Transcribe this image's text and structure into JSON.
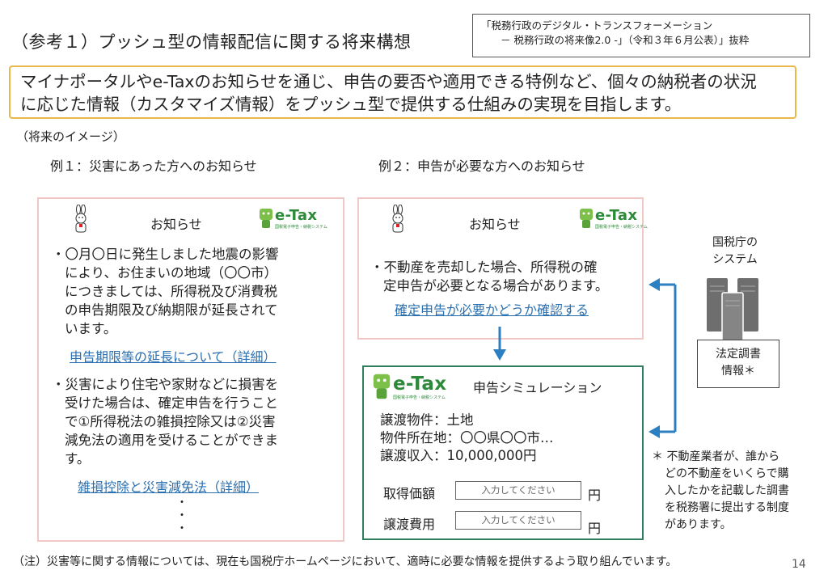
{
  "header": {
    "title": "（参考１）プッシュ型の情報配信に関する将来構想",
    "source_line1": "「税務行政のデジタル・トランスフォーメーション",
    "source_line2": "－ 税務行政の将来像2.0 -」（令和３年６月公表）」抜粋"
  },
  "summary": {
    "line1": "マイナポータルやe-Taxのお知らせを通じ、申告の要否や適用できる特例など、個々の納税者の状況",
    "line2": "に応じた情報（カスタマイズ情報）をプッシュ型で提供する仕組みの実現を目指します。"
  },
  "future_label": "（将来のイメージ）",
  "example1": {
    "heading": "例１：災害にあった方へのお知らせ",
    "notice_title": "お知らせ",
    "item1_lines": [
      "・〇月〇日に発生しました地震の影響",
      "により、お住まいの地域（〇〇市）",
      "につきましては、所得税及び消費税",
      "の申告期限及び納期限が延長されて",
      "います。"
    ],
    "link1": "申告期限等の延長について（詳細）",
    "item2_lines": [
      "・災害により住宅や家財などに損害を",
      "受けた場合は、確定申告を行うこと",
      "で①所得税法の雑損控除又は②災害",
      "減免法の適用を受けることができま",
      "す。"
    ],
    "link2": "雑損控除と災害減免法（詳細）",
    "dots": "・"
  },
  "example2": {
    "heading": "例２：申告が必要な方へのお知らせ",
    "notice_title": "お知らせ",
    "item_lines": [
      "・不動産を売却した場合、所得税の確",
      "定申告が必要となる場合があります。"
    ],
    "link": "確定申告が必要かどうか確認する",
    "sim_title": "申告シミュレーション",
    "fields": [
      "譲渡物件：土地",
      "物件所在地：〇〇県〇〇市…",
      "譲渡収入：10,000,000円"
    ],
    "inputs": [
      {
        "label": "取得価額",
        "placeholder": "入力してください",
        "unit": "円"
      },
      {
        "label": "譲渡費用",
        "placeholder": "入力してください",
        "unit": "円"
      }
    ]
  },
  "etax": {
    "word": "e-Tax",
    "sub": "国税電子申告・納税システム"
  },
  "system": {
    "label_line1": "国税庁の",
    "label_line2": "システム",
    "doc_line1": "法定調書",
    "doc_line2": "情報＊"
  },
  "star_note": {
    "lines": [
      "＊ 不動産業者が、誰から",
      "どの不動産をいくらで購",
      "入したかを記載した調書",
      "を税務署に提出する制度",
      "があります。"
    ]
  },
  "footnote": "（注）災害等に関する情報については、現在も国税庁ホームページにおいて、適時に必要な情報を提供するよう取り組んでいます。",
  "page_number": "14",
  "colors": {
    "summary_border": "#e8b84a",
    "panel_border": "#f0c8c8",
    "sim_border": "#2f7f5f",
    "link": "#2a6fb0",
    "arrow": "#2c7fc0"
  }
}
